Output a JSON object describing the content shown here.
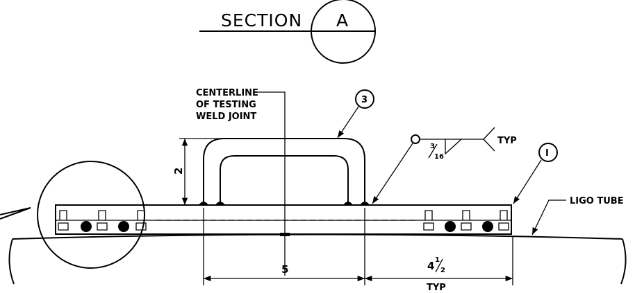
{
  "section": {
    "word": "SECTION",
    "letter": "A"
  },
  "labels": {
    "centerline_1": "CENTERLINE",
    "centerline_2": "OF TESTING",
    "centerline_3": "WELD JOINT",
    "tube": "LIGO TUBE"
  },
  "callouts": {
    "part_3": "3",
    "part_1": "I"
  },
  "weld": {
    "size_num": "3",
    "size_den": "16",
    "note": "TYP"
  },
  "dimensions": {
    "height": "2",
    "span": "5",
    "offset_whole": "4",
    "offset_num": "1",
    "offset_den": "2",
    "offset_note": "TYP"
  }
}
